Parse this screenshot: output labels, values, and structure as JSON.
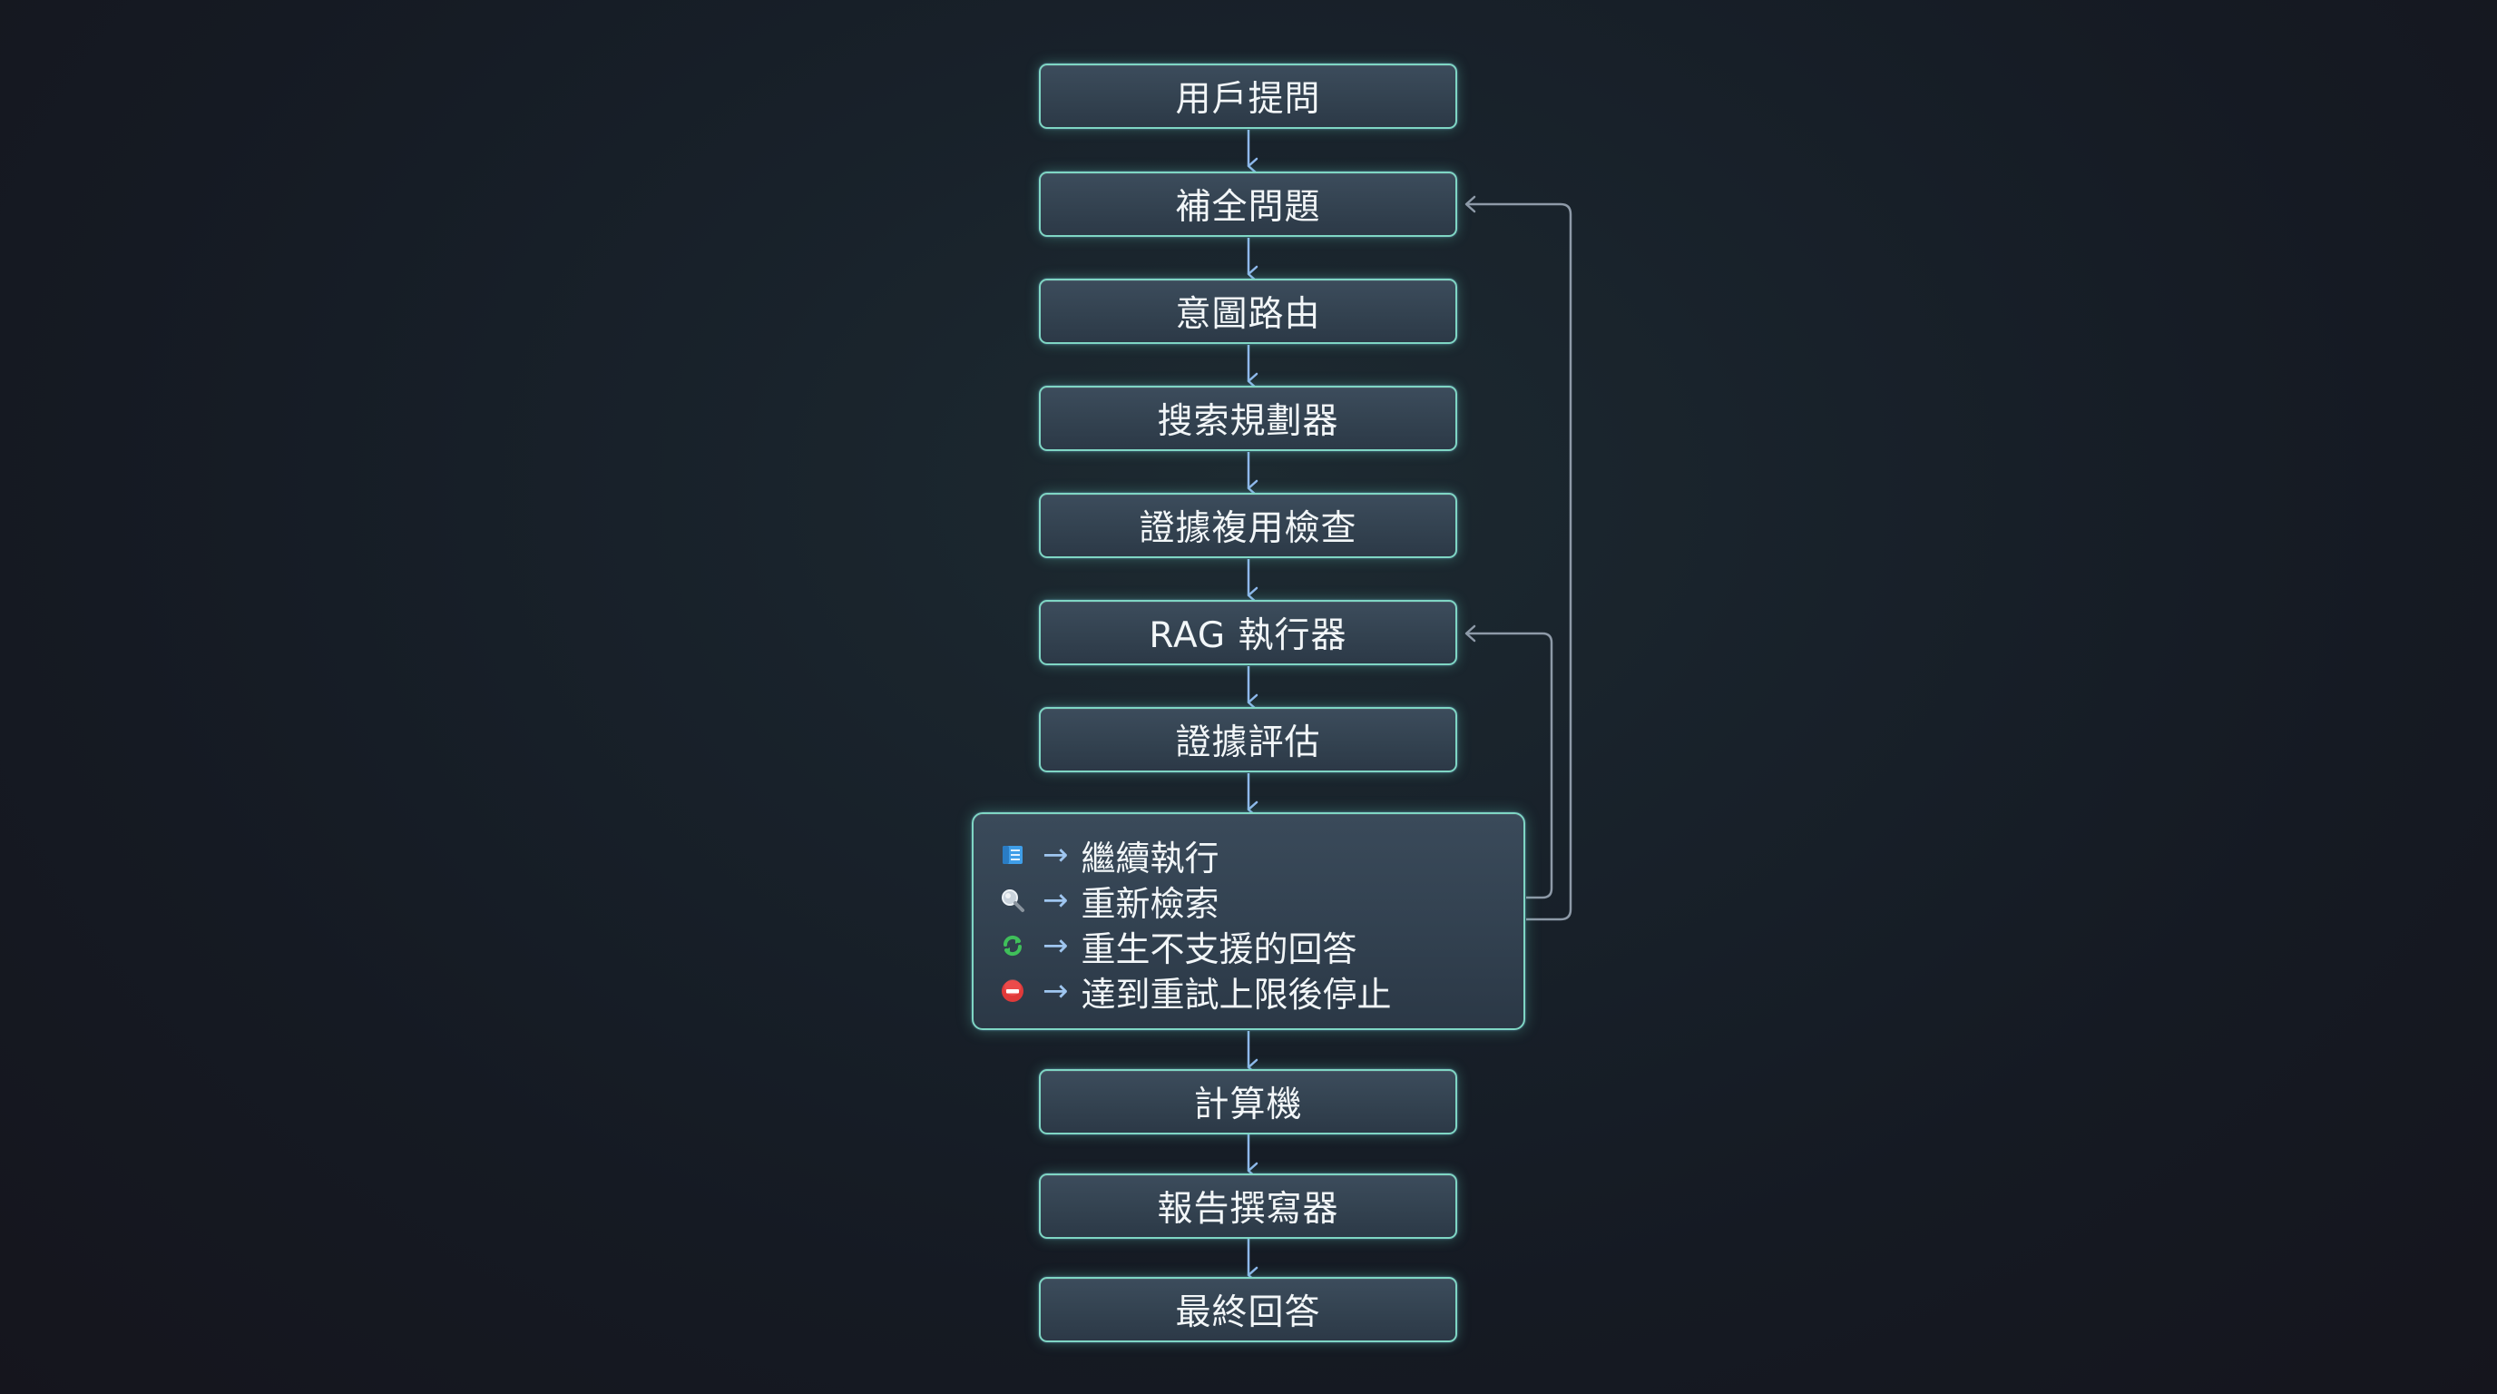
{
  "nodes": [
    {
      "id": "user-question",
      "label": "用戶提問"
    },
    {
      "id": "complete-question",
      "label": "補全問題"
    },
    {
      "id": "intent-routing",
      "label": "意圖路由"
    },
    {
      "id": "search-planner",
      "label": "搜索規劃器"
    },
    {
      "id": "evidence-reuse-check",
      "label": "證據複用檢查"
    },
    {
      "id": "rag-executor",
      "label": "RAG 執行器"
    },
    {
      "id": "evidence-evaluation",
      "label": "證據評估"
    },
    {
      "id": "calculator",
      "label": "計算機"
    },
    {
      "id": "report-writer",
      "label": "報告撰寫器"
    },
    {
      "id": "final-answer",
      "label": "最終回答"
    }
  ],
  "decision": {
    "arrow_symbol": "→",
    "options": [
      {
        "icon": "document-icon",
        "label": "繼續執行"
      },
      {
        "icon": "magnifier-icon",
        "label": "重新檢索"
      },
      {
        "icon": "refresh-icon",
        "label": "重生不支援的回答"
      },
      {
        "icon": "stop-icon",
        "label": "達到重試上限後停止"
      }
    ]
  },
  "colors": {
    "node_border": "#7fd6c4",
    "arrow": "#8fb8ec",
    "loop_line": "#8e9aa8",
    "refresh_icon": "#3fbf5a",
    "stop_icon": "#e03a3a",
    "document_icon": "#3f9ee8"
  }
}
